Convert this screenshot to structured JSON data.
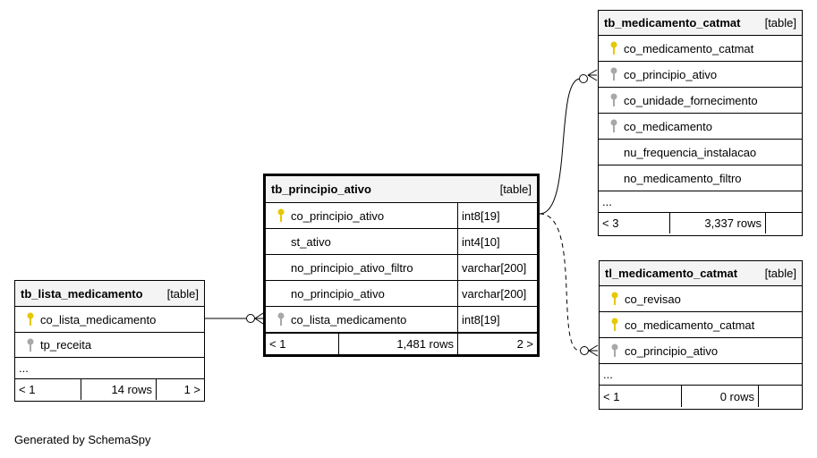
{
  "tables": {
    "tb_principio_ativo": {
      "name": "tb_principio_ativo",
      "kind": "[table]",
      "columns": [
        {
          "name": "co_principio_ativo",
          "type": "int8[19]",
          "key": "primary"
        },
        {
          "name": "st_ativo",
          "type": "int4[10]",
          "key": "none"
        },
        {
          "name": "no_principio_ativo_filtro",
          "type": "varchar[200]",
          "key": "none"
        },
        {
          "name": "no_principio_ativo",
          "type": "varchar[200]",
          "key": "none"
        },
        {
          "name": "co_lista_medicamento",
          "type": "int8[19]",
          "key": "foreign"
        }
      ],
      "footer": {
        "parents": "< 1",
        "rows": "1,481 rows",
        "children": "2 >"
      }
    },
    "tb_lista_medicamento": {
      "name": "tb_lista_medicamento",
      "kind": "[table]",
      "columns": [
        {
          "name": "co_lista_medicamento",
          "key": "primary"
        },
        {
          "name": "tp_receita",
          "key": "foreign"
        }
      ],
      "ellipsis": "...",
      "footer": {
        "parents": "< 1",
        "rows": "14 rows",
        "children": "1 >"
      }
    },
    "tb_medicamento_catmat": {
      "name": "tb_medicamento_catmat",
      "kind": "[table]",
      "columns": [
        {
          "name": "co_medicamento_catmat",
          "key": "primary"
        },
        {
          "name": "co_principio_ativo",
          "key": "foreign"
        },
        {
          "name": "co_unidade_fornecimento",
          "key": "foreign"
        },
        {
          "name": "co_medicamento",
          "key": "foreign"
        },
        {
          "name": "nu_frequencia_instalacao",
          "key": "none"
        },
        {
          "name": "no_medicamento_filtro",
          "key": "none"
        }
      ],
      "ellipsis": "...",
      "footer": {
        "parents": "< 3",
        "rows": "3,337 rows",
        "children": ""
      }
    },
    "tl_medicamento_catmat": {
      "name": "tl_medicamento_catmat",
      "kind": "[table]",
      "columns": [
        {
          "name": "co_revisao",
          "key": "primary"
        },
        {
          "name": "co_medicamento_catmat",
          "key": "primary"
        },
        {
          "name": "co_principio_ativo",
          "key": "foreign"
        }
      ],
      "ellipsis": "...",
      "footer": {
        "parents": "< 1",
        "rows": "0 rows",
        "children": ""
      }
    }
  },
  "colors": {
    "primary_key": "#e6c800",
    "foreign_key": "#a8a8a8",
    "header_bg": "#f4f4f4"
  },
  "generated_by": "Generated by SchemaSpy"
}
